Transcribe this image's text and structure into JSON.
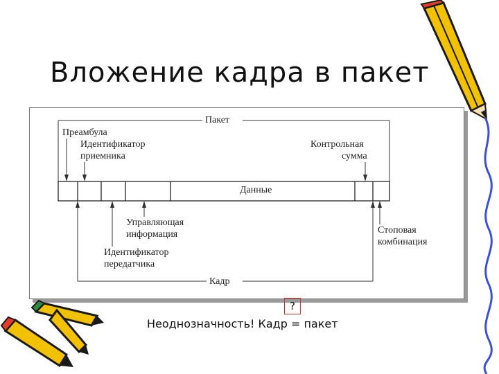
{
  "slide": {
    "title": "Вложение кадра в пакет",
    "question_mark": "?",
    "note": "Неоднозначность! Кадр = пакет"
  },
  "diagram": {
    "packet_label": "Пакет",
    "frame_label": "Кадр",
    "preamble": "Преамбула",
    "receiver_id_line1": "Идентификатор",
    "receiver_id_line2": "приемника",
    "checksum_line1": "Контрольная",
    "checksum_line2": "сумма",
    "data_label": "Данные",
    "control_info_line1": "Управляющая",
    "control_info_line2": "информация",
    "sender_id_line1": "Идентификатор",
    "sender_id_line2": "передатчика",
    "stop_combo_line1": "Стоповая",
    "stop_combo_line2": "комбинация"
  },
  "colors": {
    "pencil_yellow": "#f2c200",
    "pencil_outline": "#1a1a1a",
    "pencil_eraser": "#e23c2c",
    "pencil_accent": "#2e8b3d",
    "right_border": "#3b4fd8"
  }
}
